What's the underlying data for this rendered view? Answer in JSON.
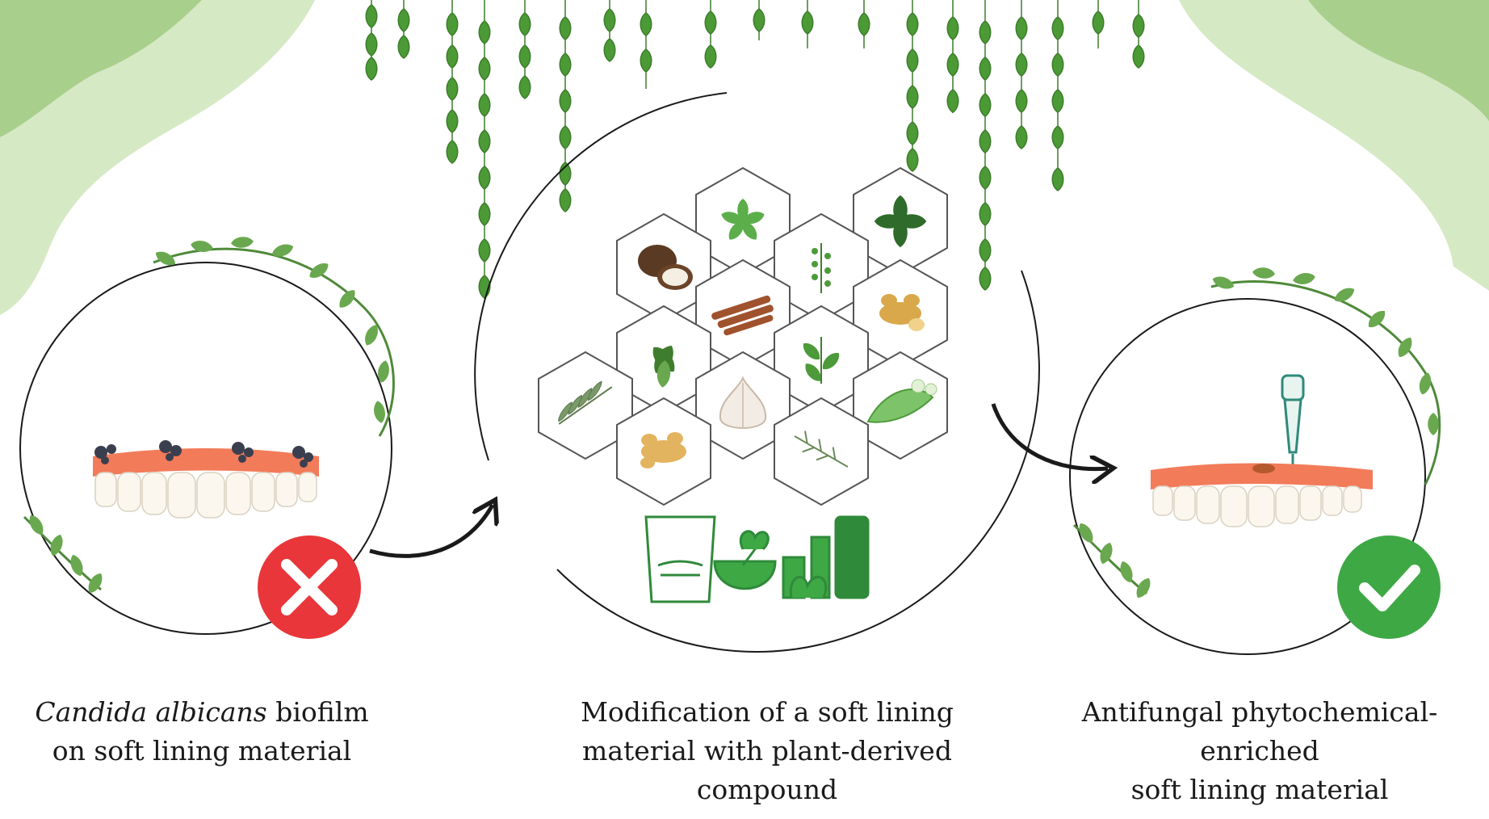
{
  "captions": {
    "left": {
      "italic": "Candida albicans",
      "rest": " biofilm",
      "line2": "on soft lining material"
    },
    "middle": {
      "line1": "Modification of a soft lining",
      "line2": "material with plant-derived",
      "line3": "compound"
    },
    "right": {
      "line1": "Antifungal phytochemical-enriched",
      "line2": "soft lining material"
    }
  },
  "colors": {
    "leaf_dark": "#3f8a2e",
    "leaf_mid": "#6aa84f",
    "leaf_light": "#b9d9a1",
    "gum": "#f27b5a",
    "cross_red": "#e8363a",
    "check_green": "#3ea845",
    "circle_line": "#1a1a1a"
  },
  "icons": {
    "fail": "cross-icon",
    "success": "checkmark-icon"
  }
}
